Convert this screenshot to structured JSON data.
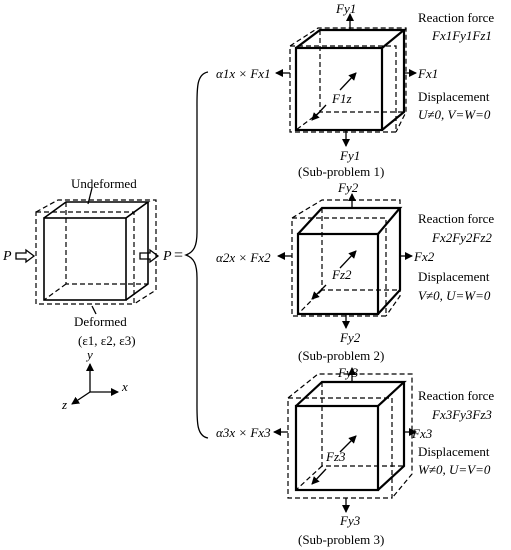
{
  "left": {
    "undeformed_label": "Undeformed",
    "deformed_label": "Deformed",
    "strain_label": "(ε1, ε2, ε3)",
    "force_left": "P",
    "force_right": "P",
    "equals": "=",
    "axis_x": "x",
    "axis_y": "y",
    "axis_z": "z"
  },
  "subproblems": [
    {
      "top_force": "Fy1",
      "bottom_force": "Fy1",
      "right_force": "Fx1",
      "inner_force": "F1z",
      "left_term": "α1x × Fx1",
      "reaction_title": "Reaction force",
      "reaction_values": "Fx1Fy1Fz1",
      "displacement_title": "Displacement",
      "displacement_values": "U≠0, V=W=0",
      "caption": "(Sub-problem 1)"
    },
    {
      "top_force": "Fy2",
      "bottom_force": "Fy2",
      "right_force": "Fx2",
      "inner_force": "Fz2",
      "left_term": "α2x × Fx2",
      "reaction_title": "Reaction force",
      "reaction_values": "Fx2Fy2Fz2",
      "displacement_title": "Displacement",
      "displacement_values": "V≠0, U=W=0",
      "caption": "(Sub-problem 2)"
    },
    {
      "top_force": "Fy3",
      "bottom_force": "Fy3",
      "right_force": "Fx3",
      "inner_force": "Fz3",
      "left_term": "α3x × Fx3",
      "reaction_title": "Reaction force",
      "reaction_values": "Fx3Fy3Fz3",
      "displacement_title": "Displacement",
      "displacement_values": "W≠0, U=V=0",
      "caption": "(Sub-problem 3)"
    }
  ]
}
